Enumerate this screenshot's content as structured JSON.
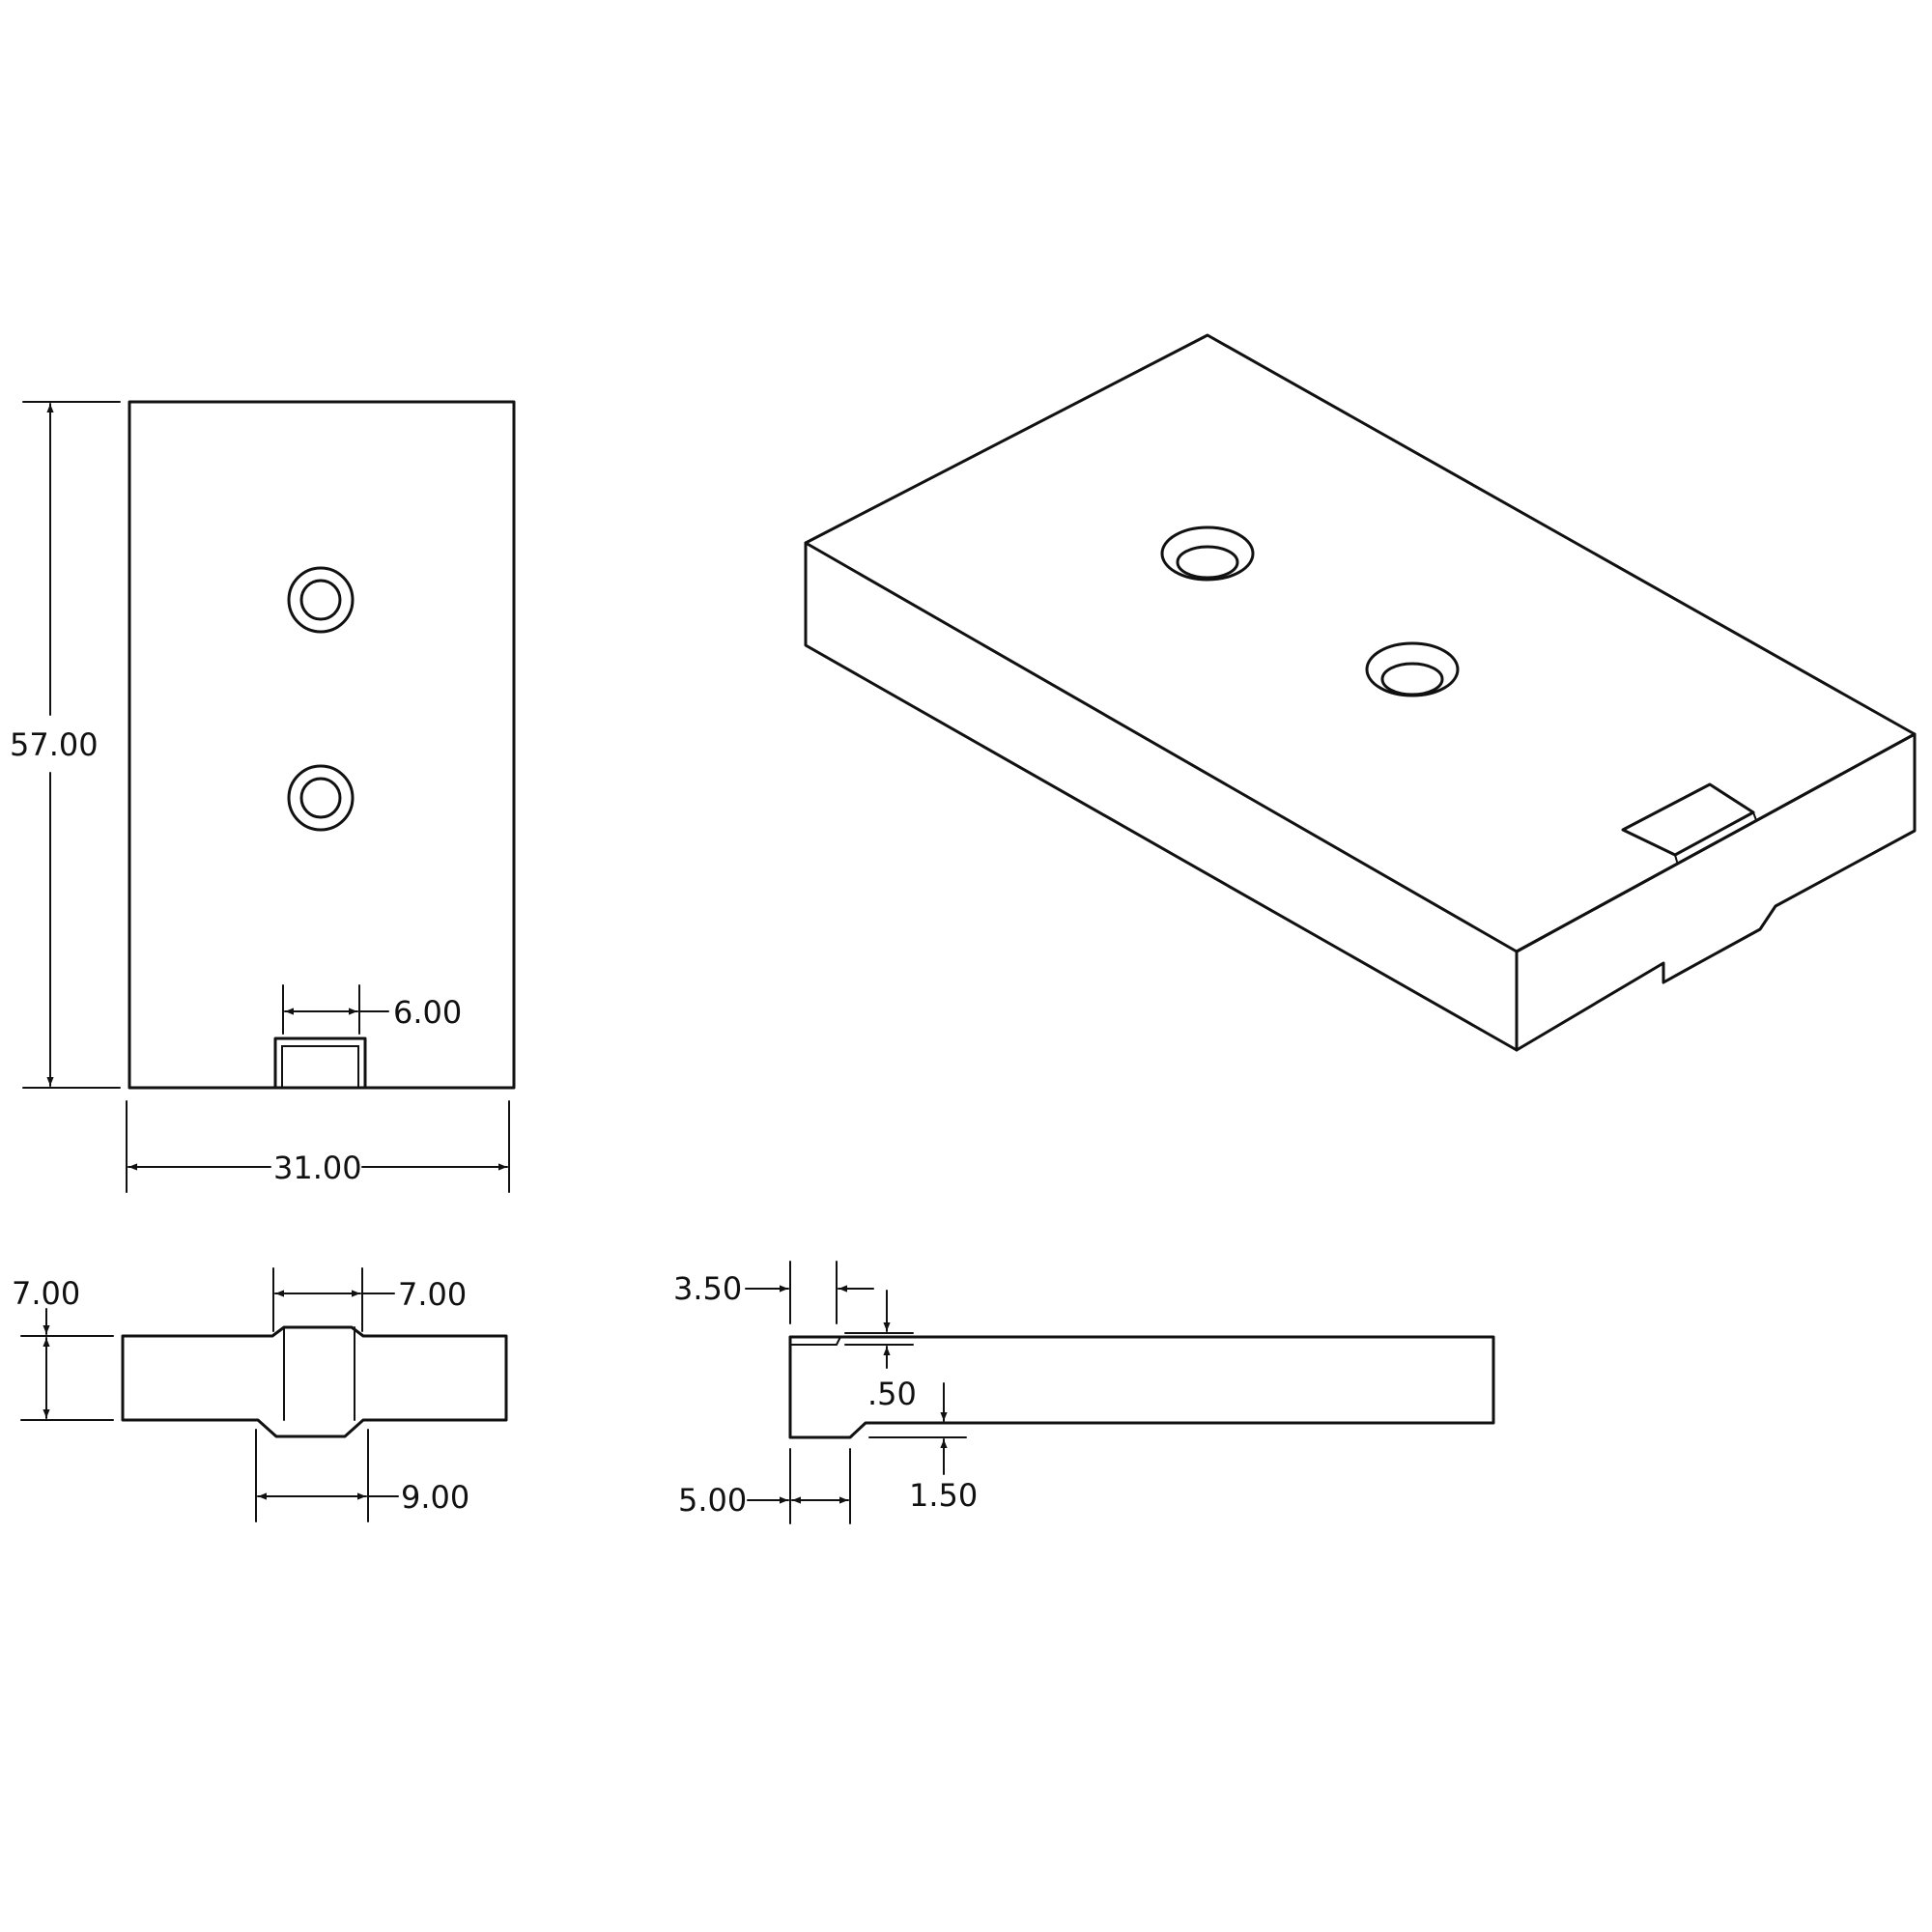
{
  "dimensions": {
    "top_height": "57.00",
    "top_width": "31.00",
    "top_slot": "6.00",
    "front_height": "7.00",
    "front_slot_top": "7.00",
    "front_slot_bottom": "9.00",
    "side_top_offset": "3.50",
    "side_step": ".50",
    "side_bottom_offset": "5.00",
    "side_bottom_depth": "1.50"
  },
  "colors": {
    "ink": "#111111",
    "paper": "#ffffff"
  }
}
